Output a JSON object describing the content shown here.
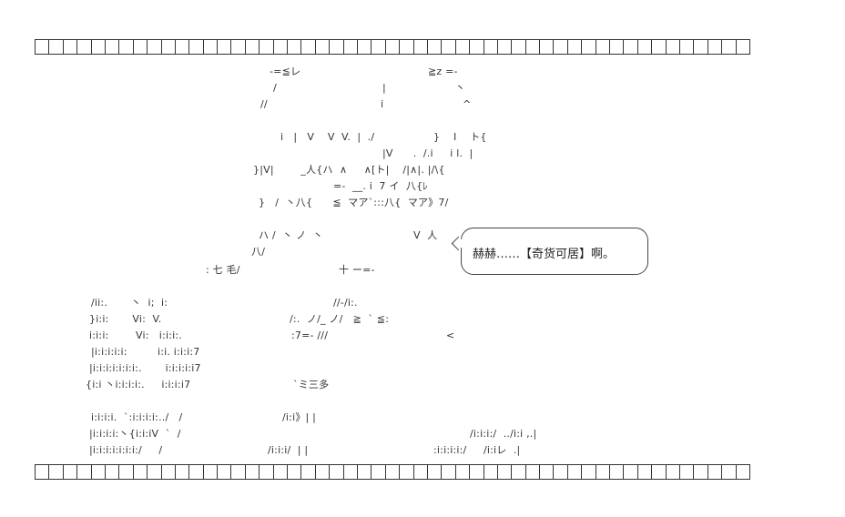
{
  "speech": {
    "text": "赫赫……【奇货可居】啊。"
  },
  "art": {
    "lines": [
      "-=≦レ",
      "≧z =-",
      "/",
      "|",
      "丶",
      "//",
      "i",
      "^",
      "i   |   V    V  V.  |  ./",
      "}    I    ト{",
      "|V      .  /.i     i l.  |",
      "}|V|        _人{ハ  ∧     ∧[ト|    /|∧|. |/\\{",
      "=-  __. i  7 イ  八{ﾚ",
      "}   /  丶八{      ≦  マア`:::八{  マア》7/",
      "ハ /  丶 ノ  丶",
      "V  人",
      "八/",
      ": 七 毛/",
      "十 ー=-",
      "/ii:.       丶  i;  i:",
      "//-/i:.",
      "}i:i:       Vi:  V.",
      "/:.  ノ/_ ノ/   ≧  ` ≦:",
      "i:i:i:        Vi:   i:i:i:.",
      ":7=- ///",
      "<",
      "|i:i:i:i:i:         i:i. i:i:i:7",
      "|i:i:i:i:i:i:i:.       i:i:i:i:i7",
      "{i:i 丶i:i:i:i:.     i:i:i:i7",
      "`ミ三多",
      "i:i:i:i.  `:i:i:i:i:../   /",
      "/i:i》| |",
      "|i:i:i:i:丶{i:i:iV  `  /",
      "/i:i:i:/  ../i:i ,.|",
      "|i:i:i:i:i:i:i:/     /",
      "/i:i:i/  | |",
      ":i:i:i:i:/     /i:iレ  .|"
    ]
  }
}
